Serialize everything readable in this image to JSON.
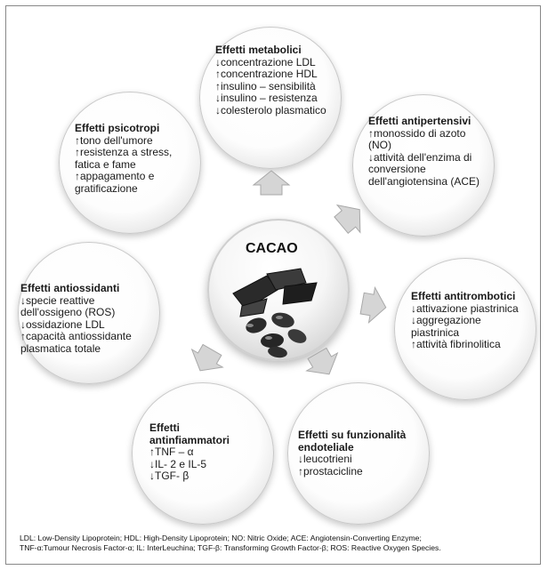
{
  "center": {
    "title": "CACAO"
  },
  "nodes": {
    "metabolici": {
      "title": "Effetti metabolici",
      "lines": [
        "↓concentrazione LDL",
        "↑concentrazione HDL",
        "↑insulino – sensibilità",
        "↓insulino – resistenza",
        "↓colesterolo plasmatico"
      ]
    },
    "antipertensivi": {
      "title": "Effetti antipertensivi",
      "lines": [
        "↑monossido di azoto",
        "(NO)",
        "↓attività dell'enzima di",
        "conversione",
        "dell'angiotensina (ACE)"
      ]
    },
    "antitrombotici": {
      "title": "Effetti antitrombotici",
      "lines": [
        "↓attivazione piastrinica",
        "↓aggregazione",
        "piastrinica",
        "↑attività fibrinolitica"
      ]
    },
    "endoteliale": {
      "title": "Effetti su funzionalità endoteliale",
      "title_lines": [
        "Effetti su funzionalità",
        "endoteliale"
      ],
      "lines": [
        "↓leucotrieni",
        "↑prostacicline"
      ]
    },
    "antinfiammatori": {
      "title_lines": [
        "Effetti",
        "antinfiammatori"
      ],
      "lines": [
        "↑TNF – α",
        "↓IL- 2 e IL-5",
        "↓TGF- β"
      ]
    },
    "antiossidanti": {
      "title": "Effetti  antiossidanti",
      "lines": [
        "↓specie reattive",
        "dell'ossigeno (ROS)",
        "↓ossidazione LDL",
        "↑capacità antiossidante",
        "plasmatica totale"
      ]
    },
    "psicotropi": {
      "title": "Effetti psicotropi",
      "lines": [
        "↑tono dell'umore",
        "↑resistenza a stress,",
        "fatica e fame",
        "↑appagamento e",
        "gratificazione"
      ]
    }
  },
  "footnote": {
    "line1": "LDL: Low-Density Lipoprotein; HDL: High-Density Lipoprotein; NO: Nitric Oxide; ACE: Angiotensin-Converting Enzyme;",
    "line2": "TNF-α:Tumour Necrosis Factor-α; IL: InterLeuchina; TGF-β: Transforming Growth Factor-β; ROS: Reactive Oxygen Species."
  },
  "colors": {
    "arrow": "#d3d3d3",
    "arrow_stroke": "#a9a9a9",
    "border": "#888888"
  }
}
